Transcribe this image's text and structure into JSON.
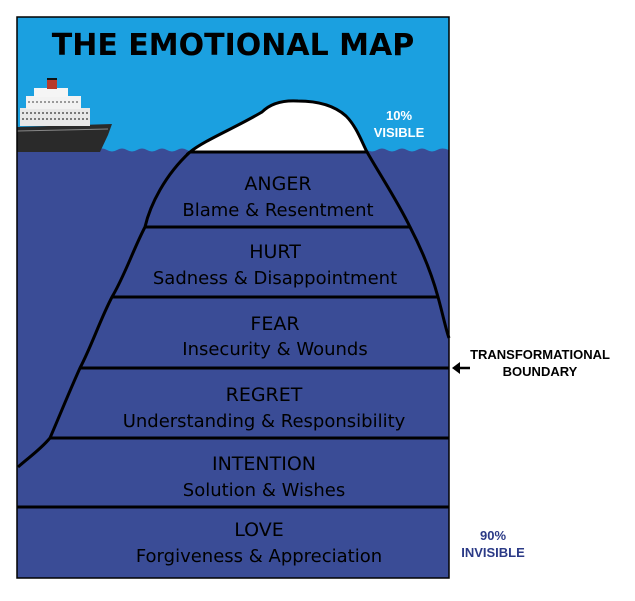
{
  "title": "THE EMOTIONAL MAP",
  "visible_label": {
    "pct": "10%",
    "word": "VISIBLE"
  },
  "invisible_label": {
    "pct": "90%",
    "word": "INVISIBLE"
  },
  "boundary_label": {
    "line1": "TRANSFORMATIONAL",
    "line2": "BOUNDARY"
  },
  "layers": [
    {
      "name": "ANGER",
      "detail": "Blame & Resentment"
    },
    {
      "name": "HURT",
      "detail": "Sadness & Disappointment"
    },
    {
      "name": "FEAR",
      "detail": "Insecurity & Wounds"
    },
    {
      "name": "REGRET",
      "detail": "Understanding & Responsibility"
    },
    {
      "name": "INTENTION",
      "detail": "Solution & Wishes"
    },
    {
      "name": "LOVE",
      "detail": "Forgiveness & Appreciation"
    }
  ],
  "colors": {
    "sky": "#1ba0e0",
    "sea": "#3a4c96",
    "ice": "#ffffff",
    "outline": "#000000",
    "visible_text": "#ffffff",
    "invisible_text": "#2b3a86"
  },
  "icons": [
    "cruise-ship-icon",
    "arrow-left-icon"
  ]
}
